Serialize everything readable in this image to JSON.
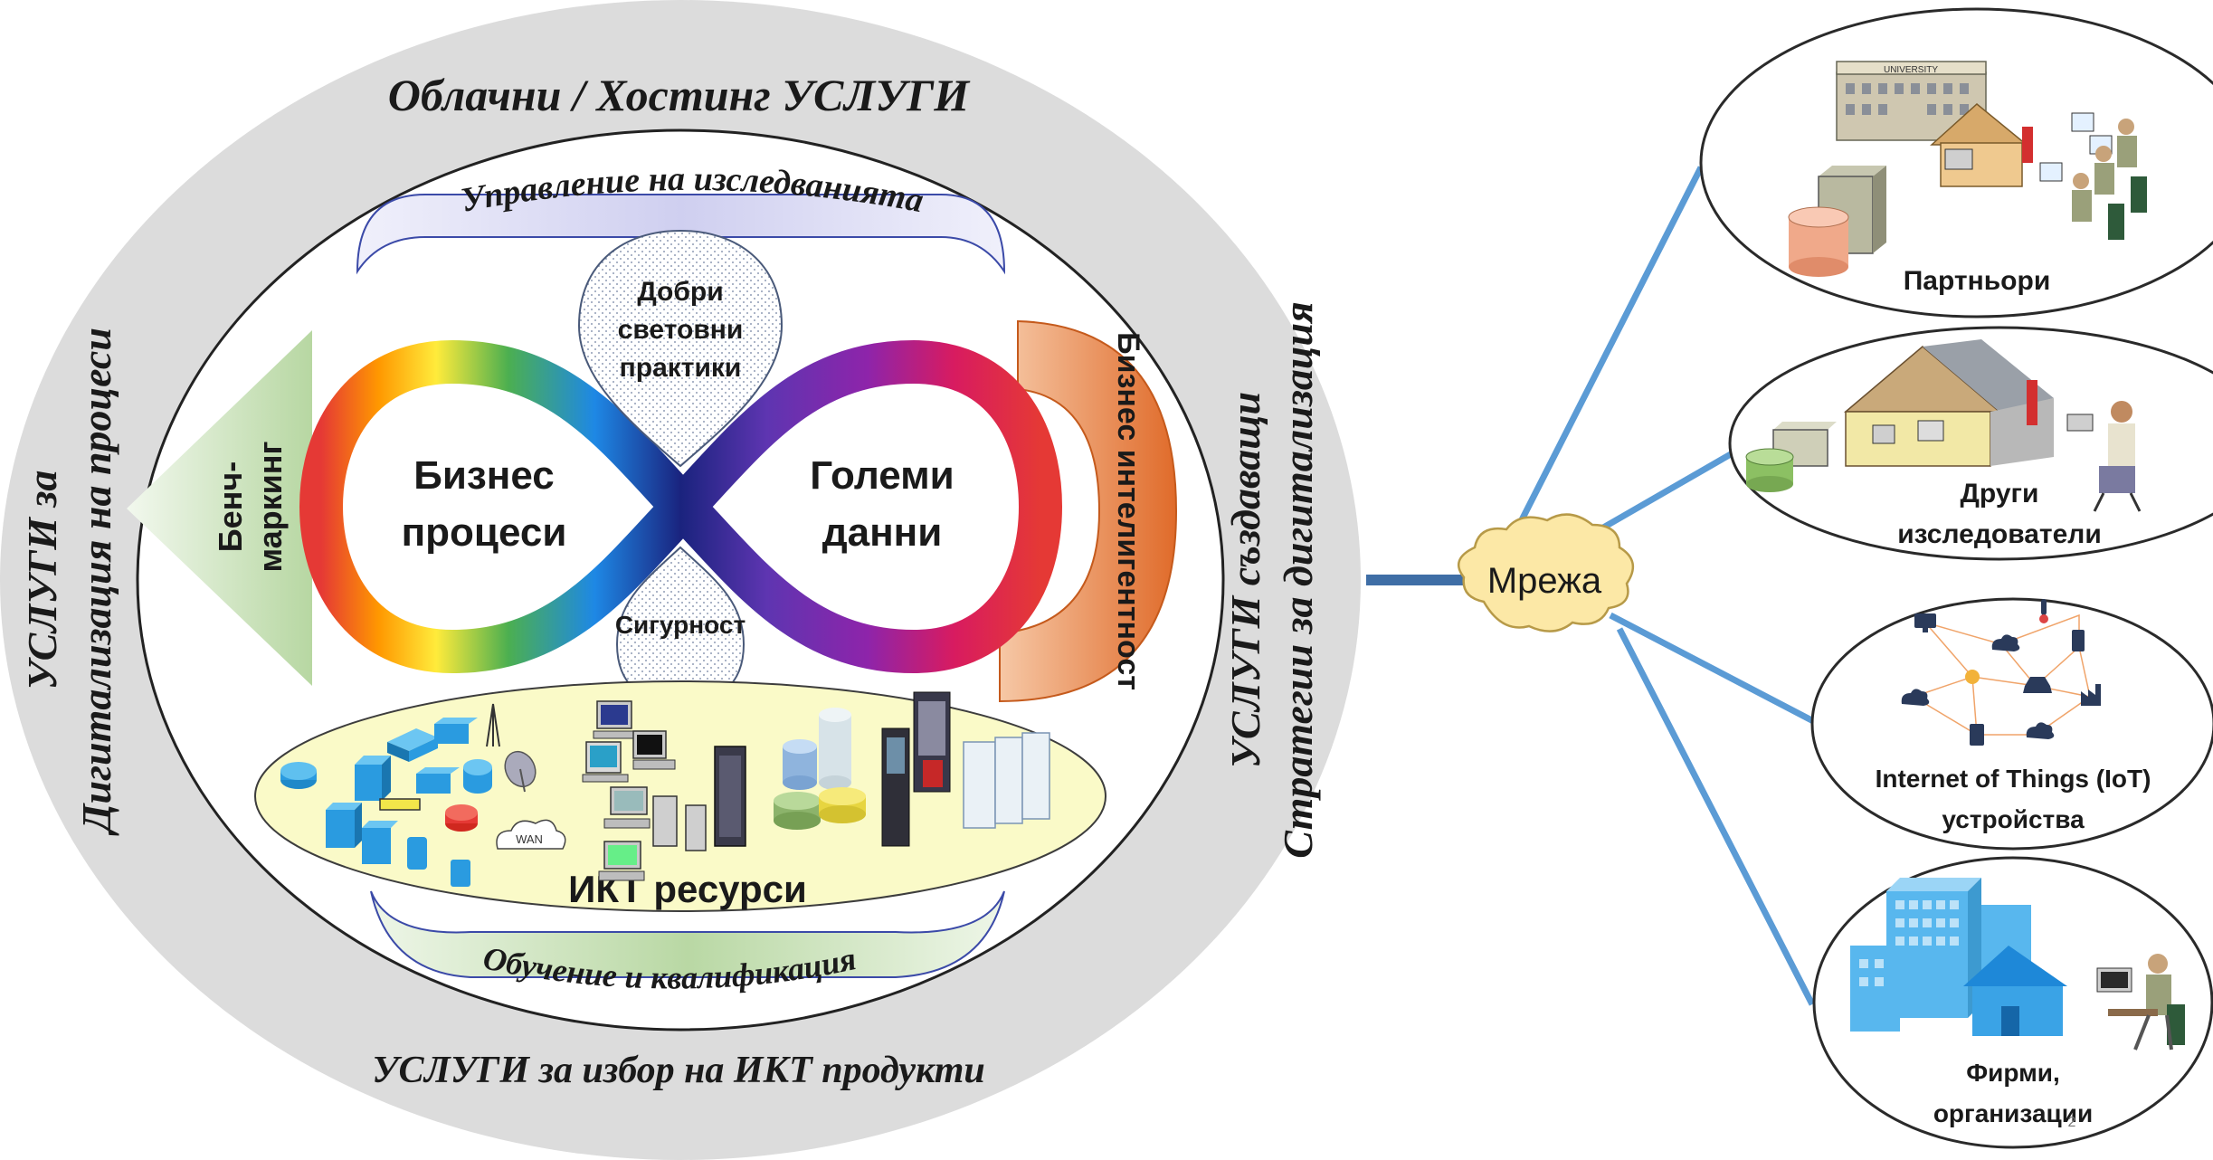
{
  "outer_ring": {
    "top_label": "Облачни / Хостинг УСЛУГИ",
    "bottom_label": "УСЛУГИ за избор на ИКТ продукти",
    "left_label_line1": "УСЛУГИ за",
    "left_label_line2": "Дигитализация на процеси",
    "right_label_line1": "УСЛУГИ създаващи",
    "right_label_line2": "Стратегии за дигитализация"
  },
  "inner": {
    "research_management": "Управление на изследванията",
    "training": "Обучение и квалификация",
    "best_practices": [
      "Добри",
      "световни",
      "практики"
    ],
    "security": "Сигурност",
    "business_processes": [
      "Бизнес",
      "процеси"
    ],
    "big_data": [
      "Големи",
      "данни"
    ],
    "benchmarking": [
      "Бенч-",
      "маркинг"
    ],
    "business_intelligence": "Бизнес интелигентност",
    "ict_resources": "ИКТ ресурси",
    "wan_label": "WAN",
    "university_label": "UNIVERSITY"
  },
  "network": {
    "label": "Мрежа",
    "nodes": [
      {
        "id": "partners",
        "lines": [
          "Партньори"
        ]
      },
      {
        "id": "researchers",
        "lines": [
          "Други",
          "изследователи"
        ]
      },
      {
        "id": "iot",
        "lines": [
          "Internet of Things (IoT)",
          "устройства"
        ]
      },
      {
        "id": "companies",
        "lines": [
          "Фирми,",
          "организации"
        ]
      }
    ],
    "page_number": "2"
  },
  "colors": {
    "outer_ring": "#dcdcdc",
    "ellipse_stroke": "#2a2a2a",
    "link_blue": "#5b9bd5",
    "cloud_fill": "#fce8a6",
    "ict_fill": "#fafac8",
    "orange": "#e27b3b",
    "green_band": "#c5dfb4",
    "lavender_band": "#dcdcf5"
  }
}
